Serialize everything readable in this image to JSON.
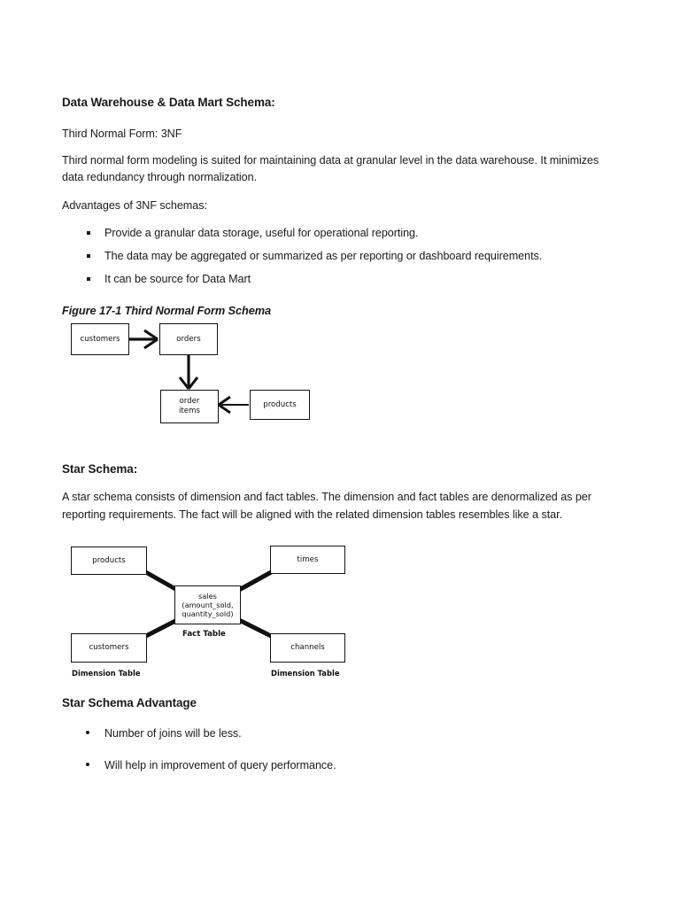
{
  "document": {
    "title": "Data Warehouse & Data Mart Schema:",
    "sections": {
      "tnf": {
        "subtitle": "Third Normal Form: 3NF",
        "paragraph": "Third normal form modeling is suited for maintaining data at granular level in the data warehouse. It minimizes data redundancy through normalization.",
        "advantages_lead": "Advantages of 3NF schemas:",
        "advantages": [
          "Provide a granular data storage, useful for operational reporting.",
          "The data may be aggregated or summarized as per reporting or dashboard requirements.",
          "It can be source for Data Mart"
        ],
        "figure_caption": "Figure 17-1 Third Normal Form Schema"
      },
      "star": {
        "heading": "Star Schema:",
        "paragraph": "A star schema consists of dimension and fact tables. The dimension and fact tables are denormalized as per reporting requirements. The fact will be aligned with the related dimension tables resembles like a star.",
        "advantage_heading": "Star Schema Advantage",
        "advantages": [
          "Number of joins will be less.",
          "Will help in improvement of query performance."
        ]
      }
    }
  },
  "er_diagram": {
    "entities": {
      "customers": "customers",
      "orders": "orders",
      "order_items_line1": "order",
      "order_items_line2": "items",
      "products": "products"
    }
  },
  "star_diagram": {
    "dimensions": {
      "products": "products",
      "times": "times",
      "customers": "customers",
      "channels": "channels"
    },
    "fact": {
      "name": "sales",
      "measures_line1": "(amount_sold,",
      "measures_line2": "quantity_sold)",
      "label": "Fact Table"
    },
    "labels": {
      "dimension_left": "Dimension Table",
      "dimension_right": "Dimension Table"
    }
  },
  "colors": {
    "text": "#1a1a1a",
    "stroke": "#111111",
    "background": "#ffffff"
  }
}
